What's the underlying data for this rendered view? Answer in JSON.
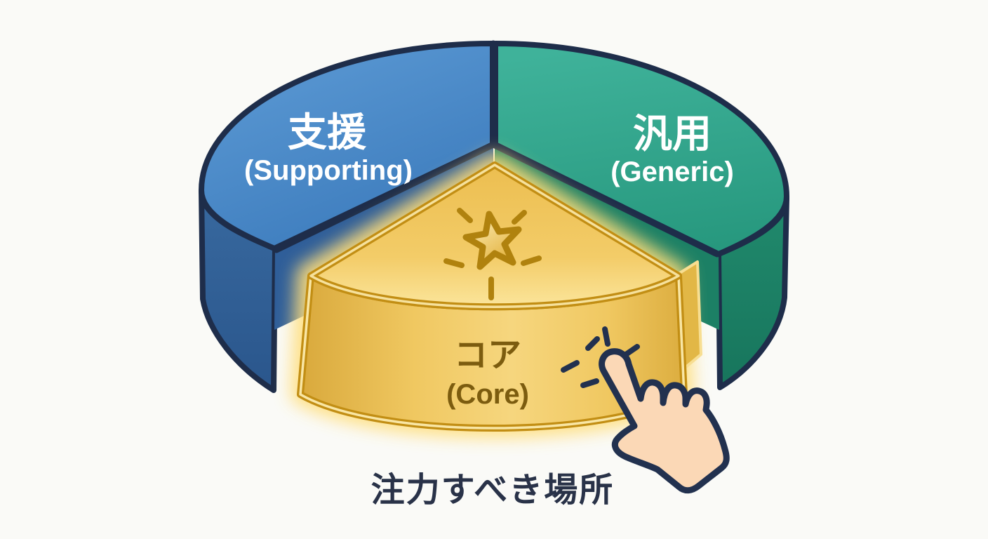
{
  "diagram": {
    "type": "exploded-pie-3d",
    "caption": "注力すべき場所",
    "segments": [
      {
        "id": "supporting",
        "label_ja": "支援",
        "label_en": "(Supporting)",
        "top_color": "#4A8BC8",
        "side_color": "#30619B",
        "label_color": "#FFFFFF"
      },
      {
        "id": "generic",
        "label_ja": "汎用",
        "label_en": "(Generic)",
        "top_color": "#31A88D",
        "side_color": "#1D8167",
        "label_color": "#FFFFFF"
      },
      {
        "id": "core",
        "label_ja": "コア",
        "label_en": "(Core)",
        "top_color": "#F2C75F",
        "front_color": "#EBC057",
        "border_color": "#C28E14",
        "glow_color": "#FFDE7A",
        "label_color": "#7C5C0F",
        "highlighted": true
      }
    ],
    "icons": [
      {
        "name": "sparkle-star-icon"
      },
      {
        "name": "click-hand-cursor-icon"
      }
    ],
    "style": {
      "background": "#FAFAF7",
      "outline": "#1E2D4A",
      "caption_color": "#293248",
      "hand_fill": "#FBD8B6",
      "star_stroke": "#B0820E"
    }
  }
}
